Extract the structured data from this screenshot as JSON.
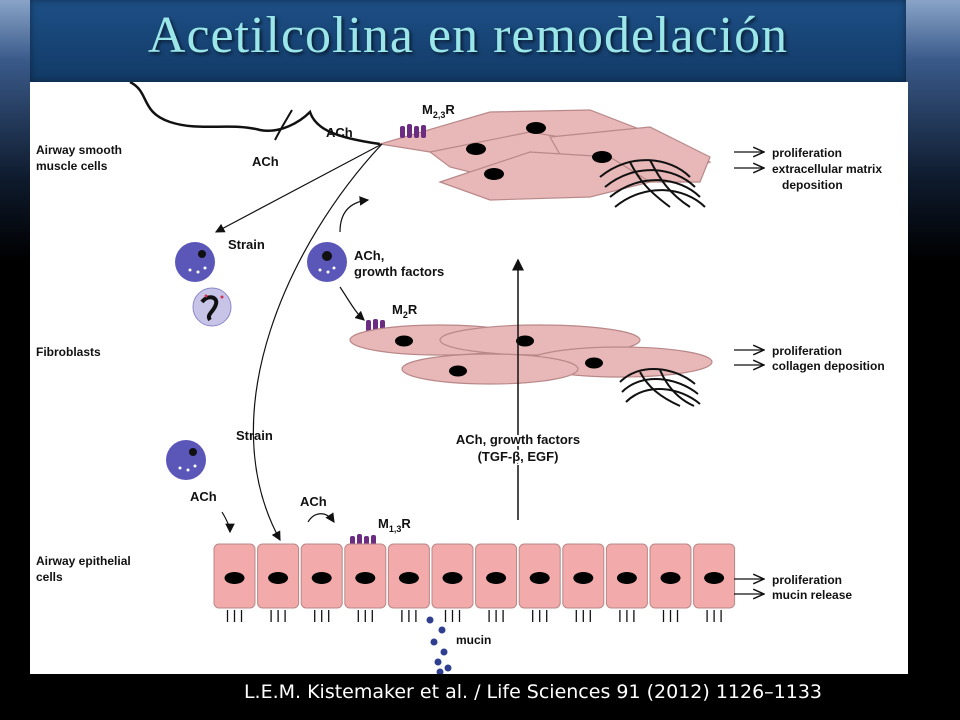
{
  "slide": {
    "title": "Acetilcolina en remodelación",
    "citation": "L.E.M. Kistemaker et al. / Life Sciences 91 (2012) 1126–1133"
  },
  "diagram": {
    "sections": {
      "smooth_muscle": [
        "Airway smooth",
        "muscle cells"
      ],
      "fibroblasts": "Fibroblasts",
      "epithelial": [
        "Airway epithelial",
        "cells"
      ]
    },
    "labels": {
      "ach_top_1": "ACh",
      "ach_top_2": "ACh",
      "strain_1": "Strain",
      "strain_2": "Strain",
      "ach_growth_1": "ACh,",
      "ach_growth_2": "growth factors",
      "ach_growth_center_1": "ACh, growth factors",
      "ach_growth_center_2": "(TGF-β, EGF)",
      "ach_left": "ACh",
      "ach_epi": "ACh",
      "mucin": "mucin"
    },
    "receptors": {
      "m23_main": "M",
      "m23_sub": "2,3",
      "m23_r": "R",
      "m2_main": "M",
      "m2_sub": "2",
      "m2_r": "R",
      "m13_main": "M",
      "m13_sub": "1,3",
      "m13_r": "R"
    },
    "outcomes": {
      "smooth_muscle": [
        "proliferation",
        "extracellular matrix",
        "deposition"
      ],
      "fibroblasts": [
        "proliferation",
        "collagen deposition"
      ],
      "epithelial": [
        "proliferation",
        "mucin release"
      ]
    },
    "colors": {
      "cell_fill": "#e8b7b7",
      "cell_stroke": "#b98888",
      "epithelial_fill": "#f2aaaa",
      "receptor": "#6b2c82",
      "immune_cell": "#5a57b8",
      "mucin": "#2f3f8f"
    }
  }
}
